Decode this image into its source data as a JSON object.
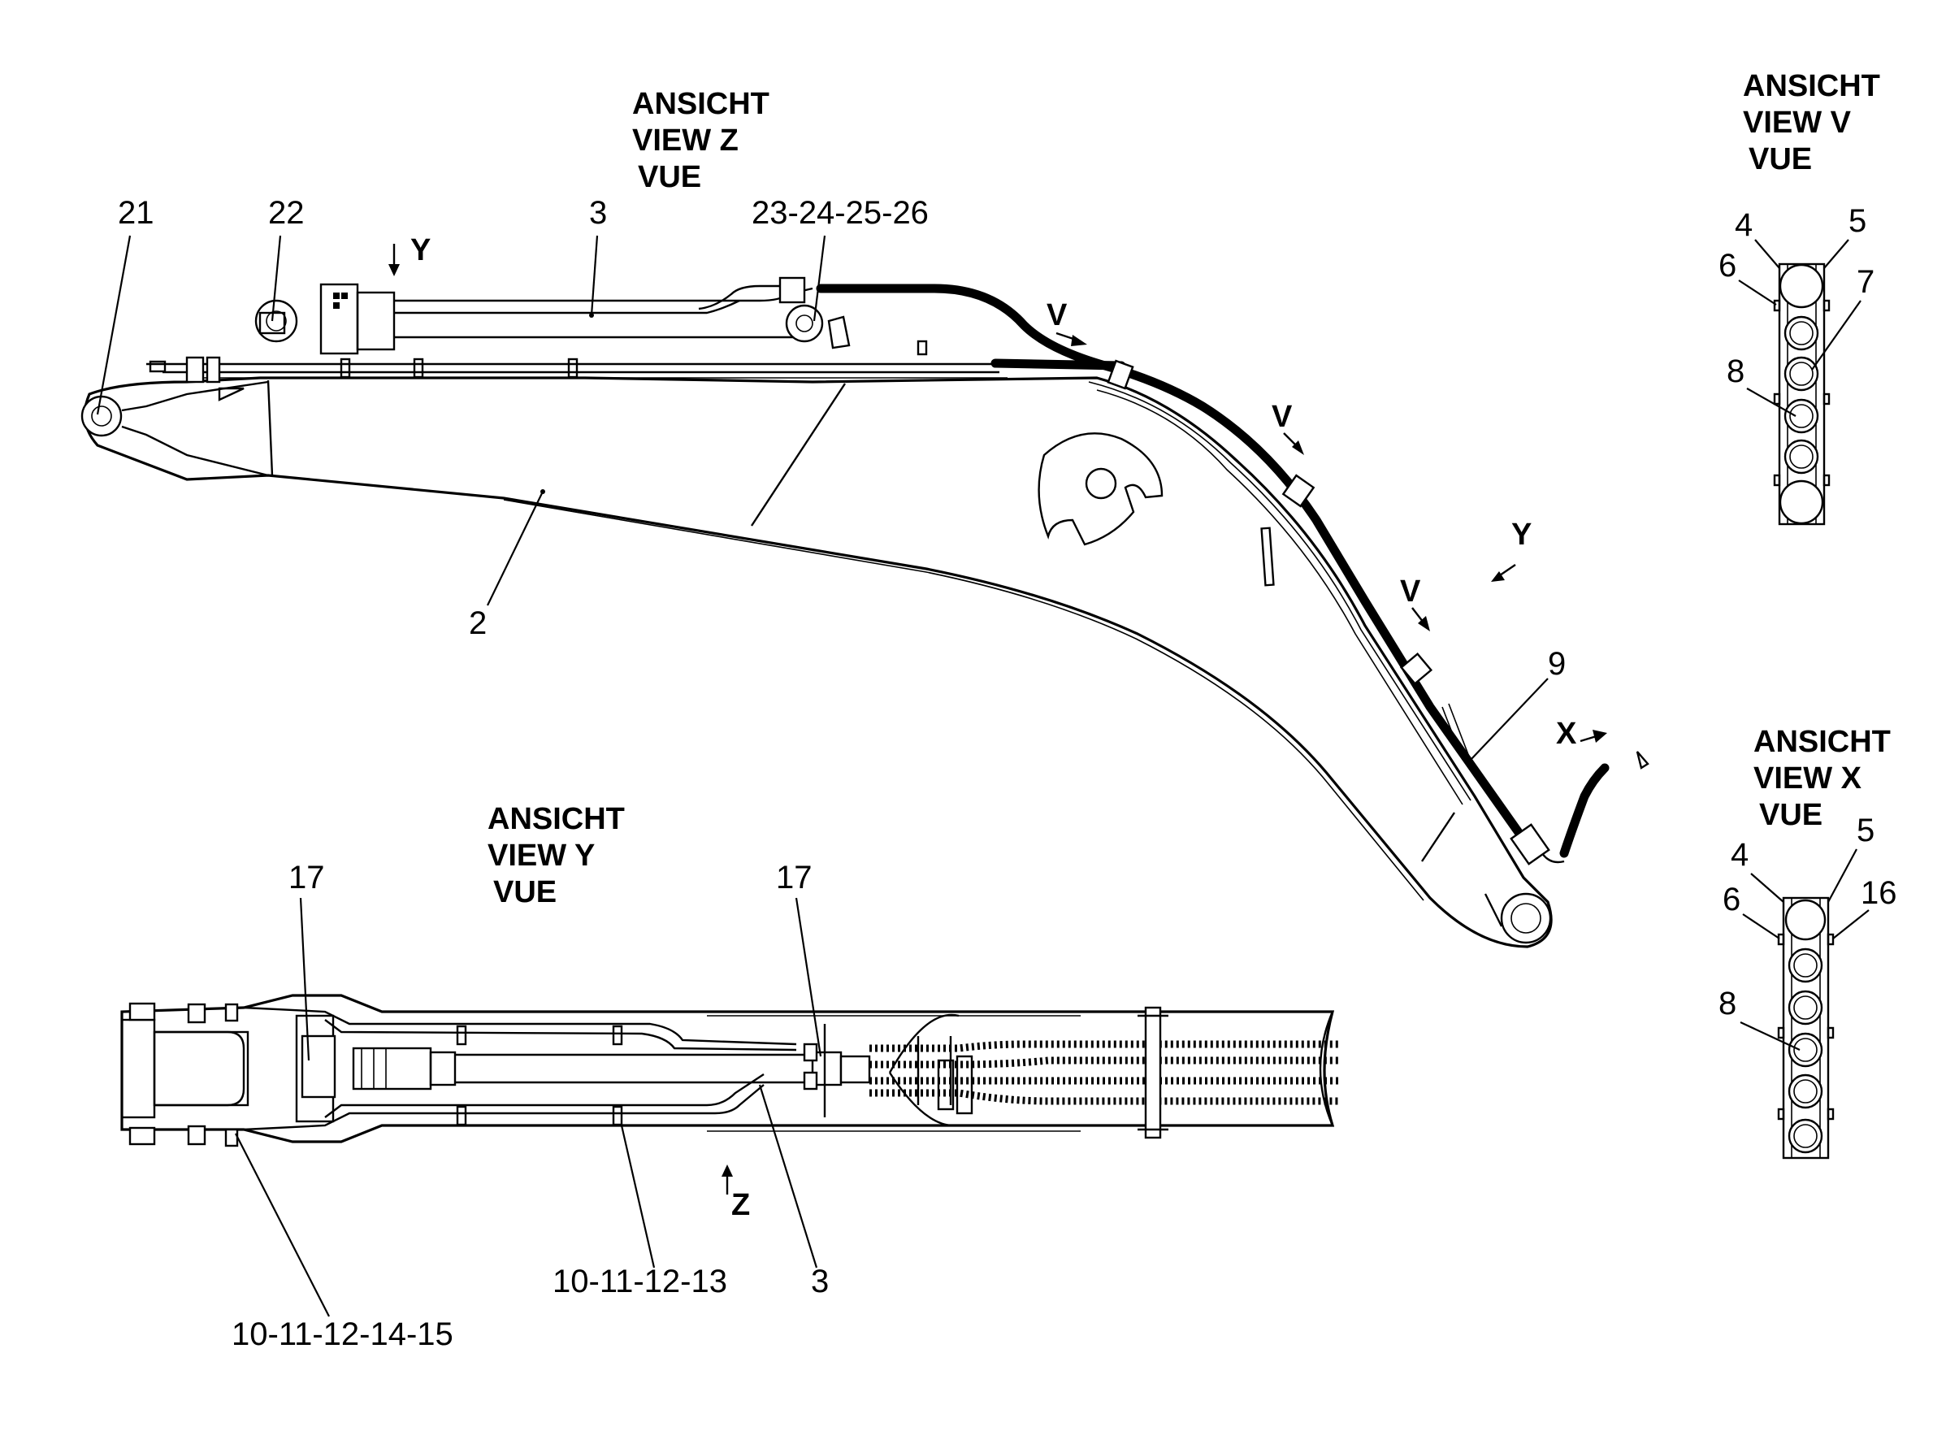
{
  "views": {
    "z": {
      "line1": "ANSICHT",
      "line2": "VIEW Z",
      "line3": "VUE"
    },
    "v": {
      "line1": "ANSICHT",
      "line2": "VIEW V",
      "line3": "VUE"
    },
    "x": {
      "line1": "ANSICHT",
      "line2": "VIEW X",
      "line3": "VUE"
    },
    "y": {
      "line1": "ANSICHT",
      "line2": "VIEW Y",
      "line3": "VUE"
    }
  },
  "direction_markers": {
    "y_top": "Y",
    "v_1": "V",
    "v_2": "V",
    "v_3": "V",
    "y_right": "Y",
    "x_end": "X",
    "z_bottom": "Z"
  },
  "part_labels": {
    "p21": "21",
    "p22": "22",
    "p3_top": "3",
    "p23_26": "23-24-25-26",
    "p2": "2",
    "p9": "9",
    "v_4": "4",
    "v_5": "5",
    "v_6": "6",
    "v_7": "7",
    "v_8": "8",
    "x_4": "4",
    "x_5": "5",
    "x_6": "6",
    "x_16": "16",
    "x_8": "8",
    "y_17_left": "17",
    "y_17_right": "17",
    "y_10_13": "10-11-12-13",
    "y_3": "3",
    "y_10_15": "10-11-12-14-15"
  }
}
